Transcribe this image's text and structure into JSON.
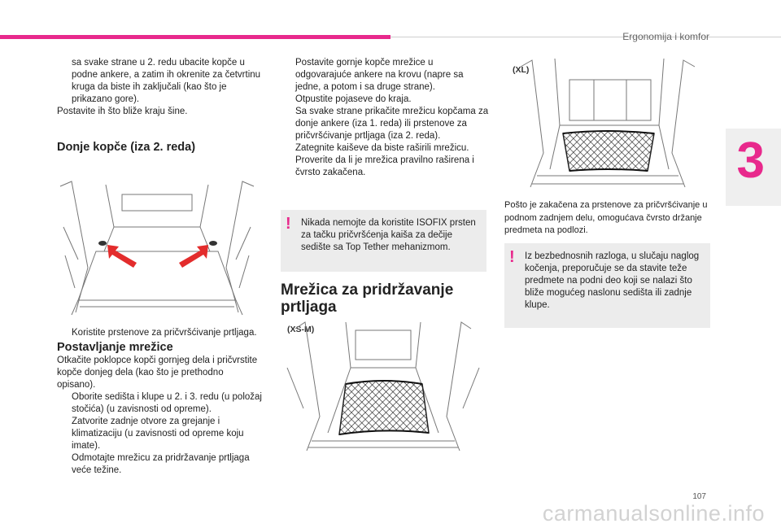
{
  "header": {
    "section_title": "Ergonomija i komfor",
    "chapter_number": "3"
  },
  "footer": {
    "page_number": "107",
    "watermark": "carmanualsonline.info"
  },
  "bullet_glyph": "",
  "col1": {
    "bullet1": "sa svake strane u 2. redu ubacite kopče u podne ankere, a zatim ih okrenite za četvrtinu kruga da biste ih zaključali (kao što je prikazano gore).",
    "para1": "Postavite ih što bliže kraju šine.",
    "heading1": "Donje kopče (iza 2. reda)",
    "bullet2": "Koristite prstenove za pričvršćivanje prtljaga.",
    "heading2": "Postavljanje mrežice",
    "para2": "Otkačite poklopce kopči gornjeg dela i pričvrstite kopče donjeg dela (kao što je prethodno opisano).",
    "bullets": [
      "Oborite sedišta i klupe u 2. i 3. redu (u položaj stočića) (u zavisnosti od opreme).",
      "Zatvorite zadnje otvore za grejanje i klimatizaciju (u zavisnosti od opreme koju imate).",
      "Odmotajte mrežicu za pridržavanje prtljaga veće težine."
    ]
  },
  "col2": {
    "bullets": [
      "Postavite gornje kopče mrežice u odgovarajuće ankere na krovu (napre sa jedne, a potom i sa druge strane).",
      "Otpustite pojaseve do kraja.",
      "Sa svake strane prikačite mrežicu kopčama za donje ankere (iza 1. reda) ili prstenove za pričvršćivanje prtljaga (iza 2. reda).",
      "Zategnite kaiševe da biste raširili mrežicu.",
      "Proverite da li je mrežica pravilno raširena i čvrsto zakačena."
    ],
    "warning": "Nikada nemojte da koristite ISOFIX prsten za tačku pričvršćenja kaiša za dečije sedište sa Top Tether mehanizmom.",
    "heading": "Mrežica za pridržavanje prtljaga",
    "image_label": "(XS-M)"
  },
  "col3": {
    "image_label": "(XL)",
    "para": "Pošto je zakačena za prstenove za pričvršćivanje u podnom zadnjem delu, omogućava čvrsto držanje predmeta na podlozi.",
    "warning": "Iz bezbednosnih razloga, u slučaju naglog kočenja, preporučuje se da stavite teže predmete na podni deo koji se nalazi što bliže mogućeg naslonu sedišta ili zadnje klupe."
  },
  "note_mark": "!",
  "colors": {
    "accent": "#e8298c",
    "note_bg": "#ececec",
    "arrow": "#e32c2c"
  },
  "icons": [
    "bullet-marker-icon",
    "warning-exclamation-icon",
    "red-arrow-icon"
  ]
}
